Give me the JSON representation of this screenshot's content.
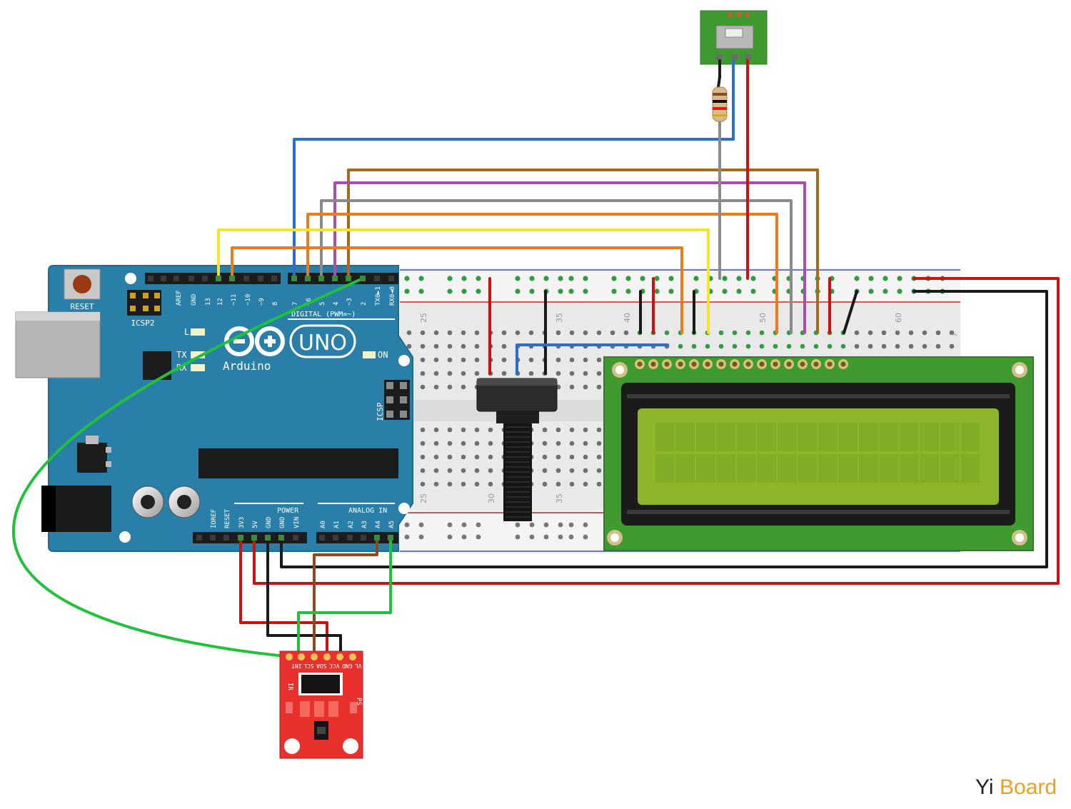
{
  "arduino": {
    "reset": "RESET",
    "icsp2": "ICSP2",
    "icsp": "ICSP",
    "digital": "DIGITAL (PWM=~)",
    "uno": "UNO",
    "brand": "Arduino",
    "on": "ON",
    "l": "L",
    "tx": "TX",
    "rx": "RX",
    "power": "POWER",
    "analog_in": "ANALOG IN",
    "top_pins": [
      "AREF",
      "GND",
      "13",
      "12",
      "~11",
      "~10",
      "~9",
      "8",
      "7",
      "~6",
      "5",
      "4",
      "~3",
      "2",
      "TX0►1",
      "RX0◄0"
    ],
    "power_pins": [
      "IOREF",
      "RESET",
      "3V3",
      "5V",
      "GND",
      "GND",
      "VIN"
    ],
    "analog_pins": [
      "A0",
      "A1",
      "A2",
      "A3",
      "A4",
      "A5"
    ]
  },
  "breadboard": {
    "row_numbers_top": [
      "25",
      "35",
      "40",
      "50",
      "60"
    ],
    "row_numbers_bottom": [
      "25",
      "30",
      "35"
    ],
    "letter_j": "J"
  },
  "sensor": {
    "pins": [
      "INT",
      "SCL",
      "SDA",
      "VCC",
      "GND",
      "VL"
    ],
    "ps": "PS",
    "ir": "IR"
  },
  "watermark": {
    "part1": "Yi",
    "part2": "Board",
    "color_part1": "#222222",
    "color_part2": "#f0a020"
  },
  "colors": {
    "arduino_board": "#2a7fa8",
    "lcd_pcb": "#3f9b2f",
    "lcd_screen": "#8db52c",
    "sensor_pcb": "#e8312c",
    "wire_red": "#cc1111",
    "wire_black": "#1a1a1a",
    "wire_blue": "#2a6fd0",
    "wire_green": "#1fc23a",
    "wire_yellow": "#f5e42a",
    "wire_orange": "#ef7a1a",
    "wire_brown": "#a66a1c",
    "wire_purple": "#a64fb0",
    "wire_gray": "#8a8a8a"
  }
}
